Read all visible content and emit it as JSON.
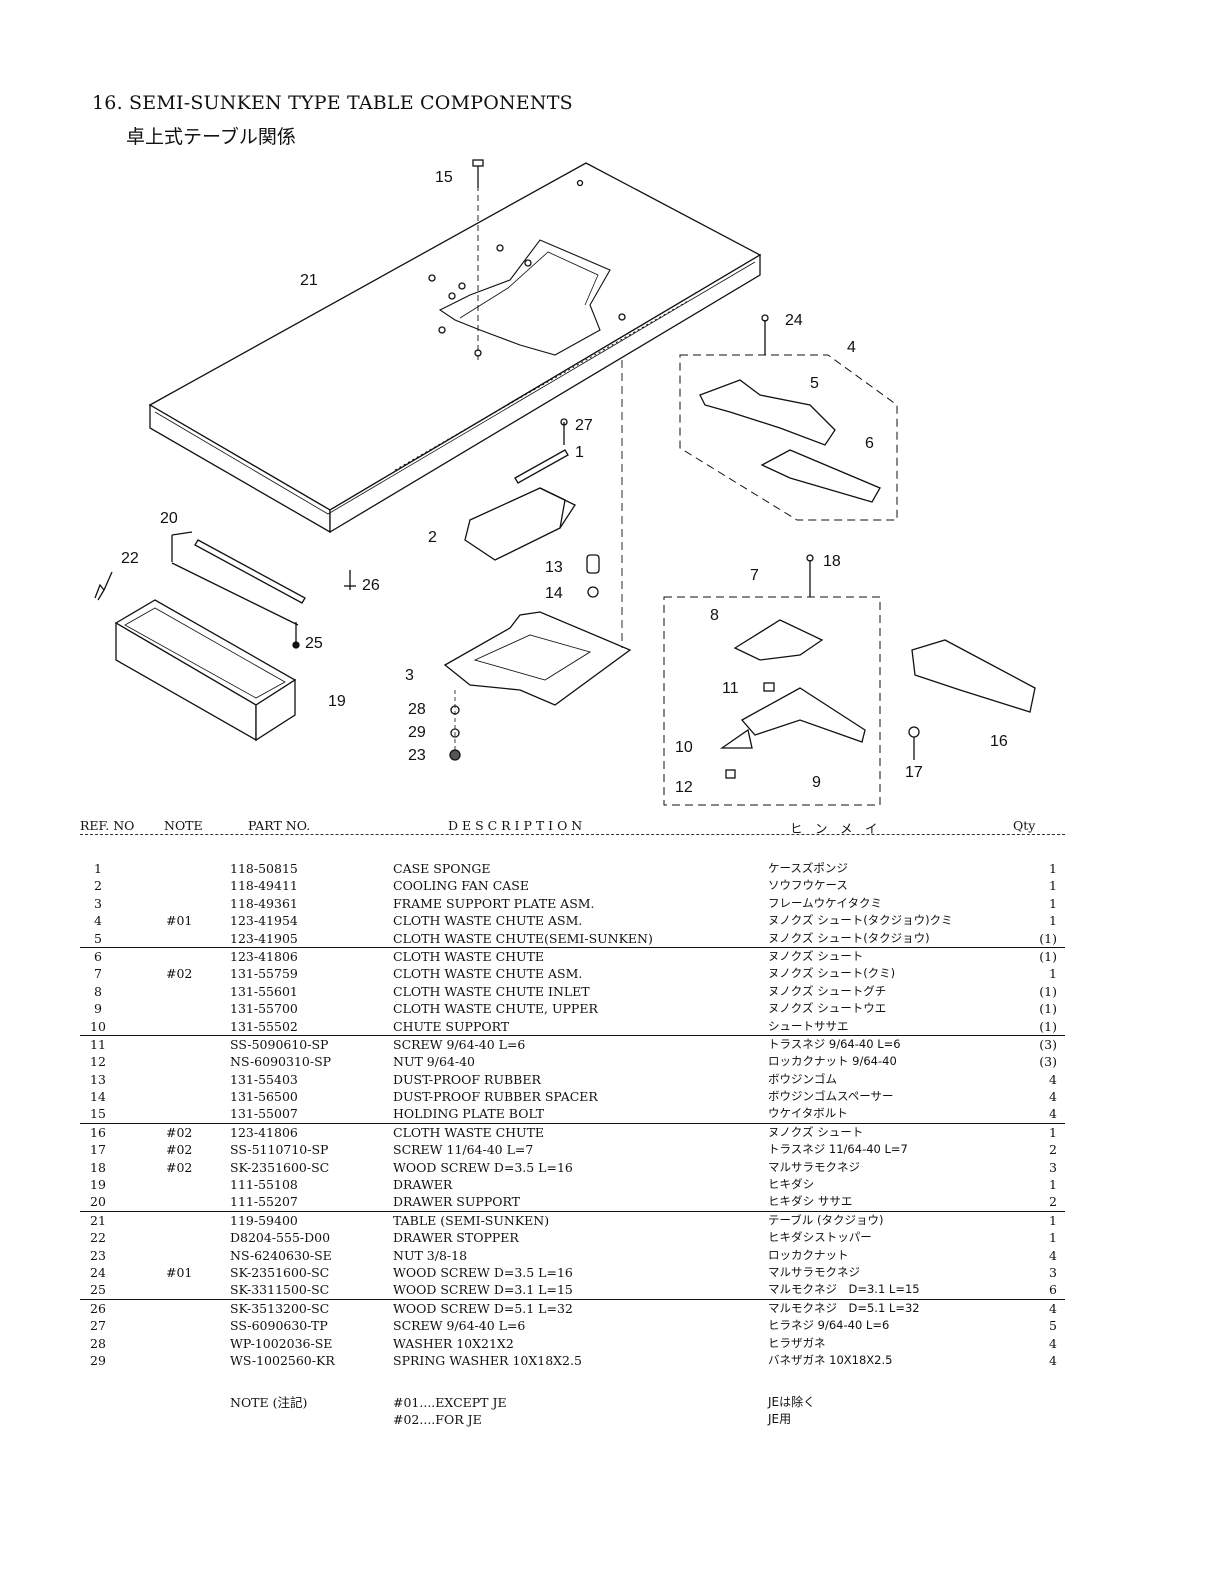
{
  "title": "16. SEMI-SUNKEN TYPE TABLE COMPONENTS",
  "subtitle": "卓上式テーブル関係",
  "diagram": {
    "callouts": [
      "1",
      "2",
      "3",
      "4",
      "5",
      "6",
      "7",
      "8",
      "9",
      "10",
      "11",
      "12",
      "13",
      "14",
      "15",
      "16",
      "17",
      "18",
      "19",
      "20",
      "21",
      "22",
      "23",
      "24",
      "25",
      "26",
      "27",
      "28",
      "29"
    ]
  },
  "headers": {
    "ref": "REF. NO",
    "note": "NOTE",
    "part": "PART NO.",
    "desc": "D E S C R I P T I O N",
    "kana": "ヒ　ン　メ　イ",
    "qty": "Qty"
  },
  "parts": [
    {
      "ref": "1",
      "note": "",
      "part": "118-50815",
      "desc": "CASE SPONGE",
      "kana": "ケースズポンジ",
      "qty": "1"
    },
    {
      "ref": "2",
      "note": "",
      "part": "118-49411",
      "desc": "COOLING FAN CASE",
      "kana": "ソウフウケース",
      "qty": "1"
    },
    {
      "ref": "3",
      "note": "",
      "part": "118-49361",
      "desc": "FRAME SUPPORT PLATE ASM.",
      "kana": "フレームウケイタクミ",
      "qty": "1"
    },
    {
      "ref": "4",
      "note": "#01",
      "part": "123-41954",
      "desc": "CLOTH WASTE CHUTE ASM.",
      "kana": "ヌノクズ シュート(タクジョウ)クミ",
      "qty": "1"
    },
    {
      "ref": "5",
      "note": "",
      "part": "123-41905",
      "desc": "CLOTH WASTE CHUTE(SEMI-SUNKEN)",
      "kana": "ヌノクズ シュート(タクジョウ)",
      "qty": "(1)"
    },
    {
      "ref": "6",
      "note": "",
      "part": "123-41806",
      "desc": "CLOTH WASTE CHUTE",
      "kana": "ヌノクズ シュート",
      "qty": "(1)"
    },
    {
      "ref": "7",
      "note": "#02",
      "part": "131-55759",
      "desc": "CLOTH WASTE CHUTE ASM.",
      "kana": "ヌノクズ シュート(クミ)",
      "qty": "1"
    },
    {
      "ref": "8",
      "note": "",
      "part": "131-55601",
      "desc": "CLOTH WASTE CHUTE INLET",
      "kana": "ヌノクズ シュートグチ",
      "qty": "(1)"
    },
    {
      "ref": "9",
      "note": "",
      "part": "131-55700",
      "desc": "CLOTH WASTE CHUTE, UPPER",
      "kana": "ヌノクズ シュートウエ",
      "qty": "(1)"
    },
    {
      "ref": "10",
      "note": "",
      "part": "131-55502",
      "desc": "CHUTE SUPPORT",
      "kana": "シュートササエ",
      "qty": "(1)"
    },
    {
      "ref": "11",
      "note": "",
      "part": "SS-5090610-SP",
      "desc": "SCREW 9/64-40 L=6",
      "kana": "トラスネジ 9/64-40 L=6",
      "qty": "(3)"
    },
    {
      "ref": "12",
      "note": "",
      "part": "NS-6090310-SP",
      "desc": "NUT 9/64-40",
      "kana": "ロッカクナット 9/64-40",
      "qty": "(3)"
    },
    {
      "ref": "13",
      "note": "",
      "part": "131-55403",
      "desc": "DUST-PROOF RUBBER",
      "kana": "ボウジンゴム",
      "qty": "4"
    },
    {
      "ref": "14",
      "note": "",
      "part": "131-56500",
      "desc": "DUST-PROOF RUBBER SPACER",
      "kana": "ボウジンゴムスペーサー",
      "qty": "4"
    },
    {
      "ref": "15",
      "note": "",
      "part": "131-55007",
      "desc": "HOLDING PLATE BOLT",
      "kana": "ウケイタボルト",
      "qty": "4"
    },
    {
      "ref": "16",
      "note": "#02",
      "part": "123-41806",
      "desc": "CLOTH WASTE CHUTE",
      "kana": "ヌノクズ シュート",
      "qty": "1"
    },
    {
      "ref": "17",
      "note": "#02",
      "part": "SS-5110710-SP",
      "desc": "SCREW 11/64-40 L=7",
      "kana": "トラスネジ 11/64-40 L=7",
      "qty": "2"
    },
    {
      "ref": "18",
      "note": "#02",
      "part": "SK-2351600-SC",
      "desc": "WOOD SCREW D=3.5 L=16",
      "kana": "マルサラモクネジ",
      "qty": "3"
    },
    {
      "ref": "19",
      "note": "",
      "part": "111-55108",
      "desc": "DRAWER",
      "kana": "ヒキダシ",
      "qty": "1"
    },
    {
      "ref": "20",
      "note": "",
      "part": "111-55207",
      "desc": "DRAWER SUPPORT",
      "kana": "ヒキダシ ササエ",
      "qty": "2"
    },
    {
      "ref": "21",
      "note": "",
      "part": "119-59400",
      "desc": "TABLE (SEMI-SUNKEN)",
      "kana": "テーブル (タクジョウ)",
      "qty": "1"
    },
    {
      "ref": "22",
      "note": "",
      "part": "D8204-555-D00",
      "desc": "DRAWER STOPPER",
      "kana": "ヒキダシストッパー",
      "qty": "1"
    },
    {
      "ref": "23",
      "note": "",
      "part": "NS-6240630-SE",
      "desc": "NUT 3/8-18",
      "kana": "ロッカクナット",
      "qty": "4"
    },
    {
      "ref": "24",
      "note": "#01",
      "part": "SK-2351600-SC",
      "desc": "WOOD SCREW D=3.5 L=16",
      "kana": "マルサラモクネジ",
      "qty": "3"
    },
    {
      "ref": "25",
      "note": "",
      "part": "SK-3311500-SC",
      "desc": "WOOD SCREW D=3.1 L=15",
      "kana": "マルモクネジ　D=3.1 L=15",
      "qty": "6"
    },
    {
      "ref": "26",
      "note": "",
      "part": "SK-3513200-SC",
      "desc": "WOOD SCREW D=5.1 L=32",
      "kana": "マルモクネジ　D=5.1 L=32",
      "qty": "4"
    },
    {
      "ref": "27",
      "note": "",
      "part": "SS-6090630-TP",
      "desc": "SCREW 9/64-40 L=6",
      "kana": "ヒラネジ 9/64-40 L=6",
      "qty": "5"
    },
    {
      "ref": "28",
      "note": "",
      "part": "WP-1002036-SE",
      "desc": "WASHER 10X21X2",
      "kana": "ヒラザガネ",
      "qty": "4"
    },
    {
      "ref": "29",
      "note": "",
      "part": "WS-1002560-KR",
      "desc": "SPRING WASHER 10X18X2.5",
      "kana": "バネザガネ 10X18X2.5",
      "qty": "4"
    }
  ],
  "notes": {
    "label": "NOTE (注記)",
    "n1_code": "#01....EXCEPT JE",
    "n1_jp": "JEは除く",
    "n2_code": "#02....FOR JE",
    "n2_jp": "JE用"
  }
}
